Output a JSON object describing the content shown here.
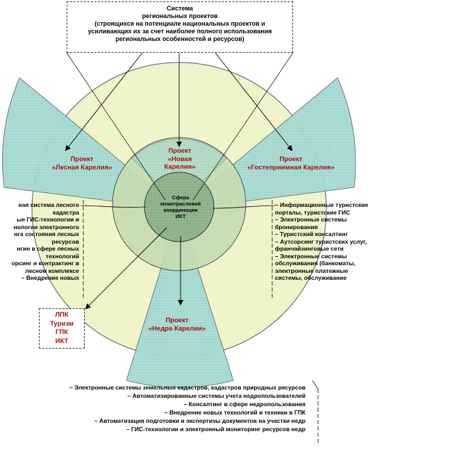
{
  "title_box": {
    "lines": [
      "Система",
      "региональных проектов",
      "(строящихся на потенциале национальных проектов и",
      "усиливающих их за счет наиболее полного использования",
      "региональных особенностей и ресурсов)"
    ]
  },
  "projects": {
    "forest": [
      "Проект",
      "«Лесная Карелия»"
    ],
    "new": [
      "Проект",
      "«Новая",
      "Карелия»"
    ],
    "hospitable": [
      "Проект",
      "«Гостеприимная Карелия»"
    ],
    "subsoil": [
      "Проект",
      "«Недра Карелии»"
    ]
  },
  "center": [
    "Сфера",
    "межотраслевой",
    "координации",
    "ИКТ"
  ],
  "left_list": [
    "ная система лесного",
    "кадастра",
    "ые ГИС-технологии и",
    "нологии электронного",
    "нга состояния лесных",
    "ресурсов",
    "нгин в сфере лесных",
    "технологий",
    "орсинг и контрактинг в",
    "лесном комплексе",
    "–  Внедрение новых"
  ],
  "right_list": [
    "–  Информационные туристские",
    "    порталы, туристские ГИС",
    "–  Электронные системы",
    "    бронирования",
    "–  Туристский консалтинг",
    "–  Аутсорсинг туристских услуг,",
    "    франчайзинговые сети",
    "–  Электронные системы",
    "    обслуживания (банкоматы,",
    "    электронные платежные",
    "    системы, обслуживание"
  ],
  "bottom_list": [
    "–  Электронные системы земельных кадастров, кадастров природных ресурсов",
    "–  Автоматизированные системы учета недропользователей",
    "–  Консалтинг в сфере недропользования",
    "–  Внедрение новых технологий и техники в ГПК",
    "–  Автоматизация подготовки и экспертизы документов на участки недр",
    "–  ГИС-технологии и электронный мониторинг ресурсов недр"
  ],
  "abbr_box": [
    "ЛПК",
    "Туризм",
    "ГПК",
    "ИКТ"
  ],
  "colors": {
    "outer_circle": "#eef3c4",
    "middle_circle": "#c6dcb0",
    "inner_circle": "#8cb28a",
    "core_circle": "#6f9870",
    "sector": "#a6dcd4",
    "label_red": "#a01010"
  }
}
